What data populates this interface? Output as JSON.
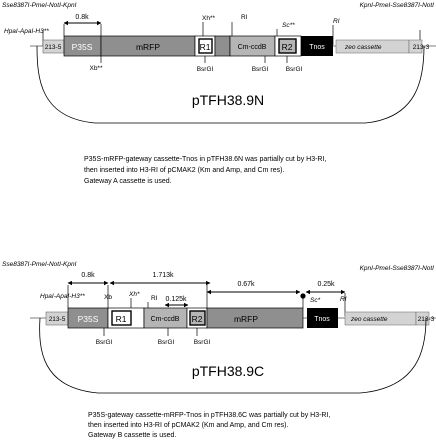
{
  "colors": {
    "gray_dark": "#8f8f8f",
    "gray_mid": "#b5b5b5",
    "gray_light": "#d3d3d3",
    "black": "#000000",
    "white": "#ffffff"
  },
  "construct_a": {
    "name": "pTFH38.9N",
    "site_left_top": "Sse8387I-PmeI-NotI-KpnI",
    "site_right_top": "KpnI-PmeI-Sse8387I-NotI",
    "site_left_mid": "HpaI-ApaI-H3**",
    "dist_0_8k": "0.8k",
    "site_xh": "Xh**",
    "site_ri_top": "RI",
    "site_sc": "Sc**",
    "site_ri_right": "RI",
    "site_xb": "Xb**",
    "bsrgi_1": "BsrGI",
    "bsrgi_2": "BsrGI",
    "bsrgi_3": "BsrGI",
    "seg_213_5": "213-5",
    "seg_p35s": "P35S",
    "seg_mrfp": "mRFP",
    "seg_r1": "R1",
    "seg_cm_ccdb": "Cm-ccdB",
    "seg_r2": "R2",
    "seg_tnos": "Tnos",
    "seg_zeo": "zeo cassette",
    "seg_213_3": "213-3",
    "caption_1": "P35S-mRFP-gateway cassette-Tnos  in pTFH38.6N was partially cut by H3-RI,",
    "caption_2": "then inserted into H3-RI of pCMAK2 (Km and Amp, and Cm res).",
    "caption_3": "Gateway A cassette is used."
  },
  "construct_b": {
    "name": "pTFH38.9C",
    "site_left_top": "Sse8387I-PmeI-NotI-KpnI",
    "site_right_top": "KpnI-PmeI-Sse8387I-NotI",
    "site_left_mid": "HpaI-ApaI-H3**",
    "dist_0_8k": "0.8k",
    "dist_1_713k": "1.713k",
    "dist_0_125k": "0.125k",
    "dist_0_67k": "0.67k",
    "dist_0_25k": "0.25k",
    "site_xb": "Xb",
    "site_xh": "Xh*",
    "site_ri_mid": "RI",
    "site_sc": "Sc*",
    "site_ri_right": "RI",
    "bsrgi_1": "BsrGI",
    "bsrgi_2": "BsrGI",
    "bsrgi_3": "BsrGI",
    "seg_213_5": "213-5",
    "seg_p35s": "P35S",
    "seg_r1": "R1",
    "seg_cm_ccdb": "Cm-ccdB",
    "seg_r2": "R2",
    "seg_mrfp": "mRFP",
    "seg_tnos": "Tnos",
    "seg_zeo": "zeo cassette",
    "seg_213_3": "213-3",
    "caption_1": "P35S-gateway cassette-mRFP-Tnos  in pTFH38.6C was partially cut by H3-RI,",
    "caption_2": "then inserted into H3-RI of pCMAK2 (Km and Amp, and Cm res).",
    "caption_3": "Gateway B cassette is used."
  }
}
